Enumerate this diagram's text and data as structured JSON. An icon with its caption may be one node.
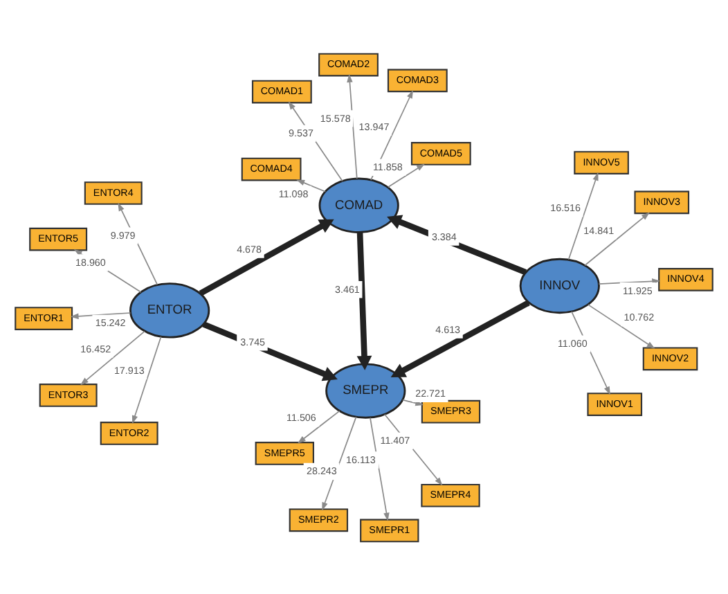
{
  "diagram": {
    "nodes": [
      {
        "text": [
          "ENTOR1"
        ]
      },
      {
        "text": [
          "SMEPR1"
        ]
      },
      {
        "text": [
          "SMEPR2"
        ]
      },
      {
        "text": [
          "SMEPR3"
        ]
      },
      {
        "text": [
          "SMEPR4"
        ]
      },
      {
        "text": [
          "SMEPR5"
        ]
      },
      {
        "text": [
          "INNOV1"
        ]
      },
      {
        "text": [
          "ENTOR2"
        ]
      },
      {
        "text": [
          "SMEPR"
        ]
      },
      {
        "text": [
          "INNOV2"
        ]
      },
      {
        "text": [
          "ENTOR3"
        ]
      },
      {
        "text": [
          "ENTOR"
        ]
      },
      {
        "text": [
          "INNOV"
        ]
      },
      {
        "text": [
          "INNOV3"
        ]
      },
      {
        "text": [
          "ENTOR4"
        ]
      },
      {
        "text": [
          "COMAD"
        ]
      },
      {
        "text": [
          "INNOV4"
        ]
      },
      {
        "text": [
          "ENTOR5"
        ]
      },
      {
        "text": [
          "COMAD1"
        ]
      },
      {
        "text": [
          "COMAD2"
        ]
      },
      {
        "text": [
          "COMAD3"
        ]
      },
      {
        "text": [
          "COMAD4"
        ]
      },
      {
        "text": [
          "COMAD5"
        ]
      },
      {
        "text": [
          "INNOV5"
        ]
      }
    ],
    "edges": [
      {
        "from": 11,
        "to": 0,
        "arrow": "to",
        "label": "15.242"
      },
      {
        "from": 11,
        "to": 7,
        "arrow": "to",
        "label": "17.913"
      },
      {
        "from": 11,
        "to": 10,
        "arrow": "to",
        "label": "16.452"
      },
      {
        "from": 11,
        "to": 14,
        "arrow": "to",
        "label": "9.979"
      },
      {
        "from": 11,
        "to": 17,
        "arrow": "to",
        "label": "18.960"
      },
      {
        "from": 8,
        "to": 1,
        "arrow": "to",
        "label": "16.113"
      },
      {
        "from": 8,
        "to": 2,
        "arrow": "to",
        "label": "28.243"
      },
      {
        "from": 8,
        "to": 3,
        "arrow": "to",
        "label": "22.721"
      },
      {
        "from": 8,
        "to": 4,
        "arrow": "to",
        "label": "11.407"
      },
      {
        "from": 8,
        "to": 5,
        "arrow": "to",
        "label": "11.506"
      },
      {
        "from": 12,
        "to": 6,
        "arrow": "to",
        "label": "11.060"
      },
      {
        "from": 12,
        "to": 9,
        "arrow": "to",
        "label": "10.762"
      },
      {
        "from": 12,
        "to": 13,
        "arrow": "to",
        "label": "14.841"
      },
      {
        "from": 12,
        "to": 16,
        "arrow": "to",
        "label": "11.925"
      },
      {
        "from": 12,
        "to": 23,
        "arrow": "to",
        "label": "16.516"
      },
      {
        "from": 15,
        "to": 18,
        "arrow": "to",
        "label": "9.537"
      },
      {
        "from": 15,
        "to": 19,
        "arrow": "to",
        "label": "15.578"
      },
      {
        "from": 15,
        "to": 20,
        "arrow": "to",
        "label": "13.947"
      },
      {
        "from": 15,
        "to": 21,
        "arrow": "to",
        "label": "11.098"
      },
      {
        "from": 15,
        "to": 22,
        "arrow": "to",
        "label": "11.858"
      },
      {
        "from": 11,
        "to": 8,
        "arrow": "to",
        "label": "3.745",
        "style": "thick",
        "color": "#222222"
      },
      {
        "from": 11,
        "to": 15,
        "arrow": "to",
        "label": "4.678",
        "style": "thick",
        "color": "#222222"
      },
      {
        "from": 15,
        "to": 8,
        "arrow": "to",
        "label": "3.461",
        "style": "thick",
        "color": "#222222"
      },
      {
        "from": 12,
        "to": 8,
        "arrow": "to",
        "label": "4.613",
        "style": "thick",
        "color": "#222222"
      },
      {
        "from": 12,
        "to": 15,
        "arrow": "to",
        "label": "3.384",
        "style": "thick",
        "color": "#222222"
      }
    ]
  }
}
